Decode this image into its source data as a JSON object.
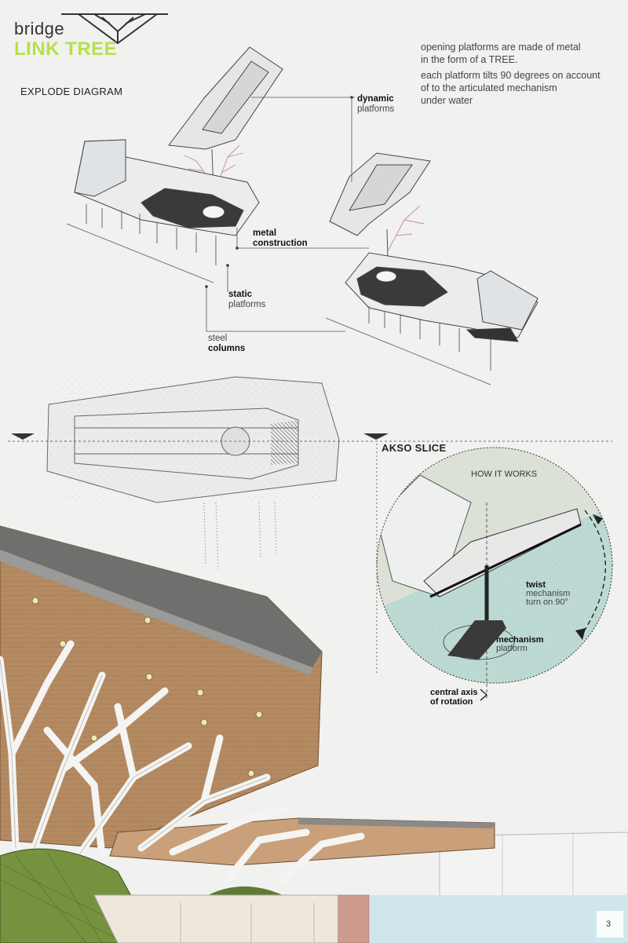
{
  "header": {
    "title_line1": "bridge",
    "title_line2": "LINK TREE",
    "accent_color": "#b8e04a"
  },
  "explode": {
    "heading": "EXPLODE DIAGRAM"
  },
  "description": {
    "line1": "opening platforms are made of metal",
    "line2": "in the form of a TREE.",
    "line3": "each platform tilts 90 degrees on account",
    "line4": "of to the articulated mechanism",
    "line5": "under water"
  },
  "labels": {
    "dynamic_a": "dynamic",
    "dynamic_b": "platforms",
    "metal_a": "metal",
    "metal_b": "construction",
    "static_a": "static",
    "static_b": "platforms",
    "steel_a": "steel",
    "steel_b": "columns"
  },
  "akso": {
    "heading": "AKSO SLICE",
    "subheading": "HOW IT WORKS",
    "twist_a": "twist",
    "twist_b": "mechanism",
    "twist_c": "turn on 90°",
    "mech_a": "mechanism",
    "mech_b": "platform",
    "axis_a": "central axis",
    "axis_b": "of rotation"
  },
  "footer": {
    "page_number": "3"
  }
}
